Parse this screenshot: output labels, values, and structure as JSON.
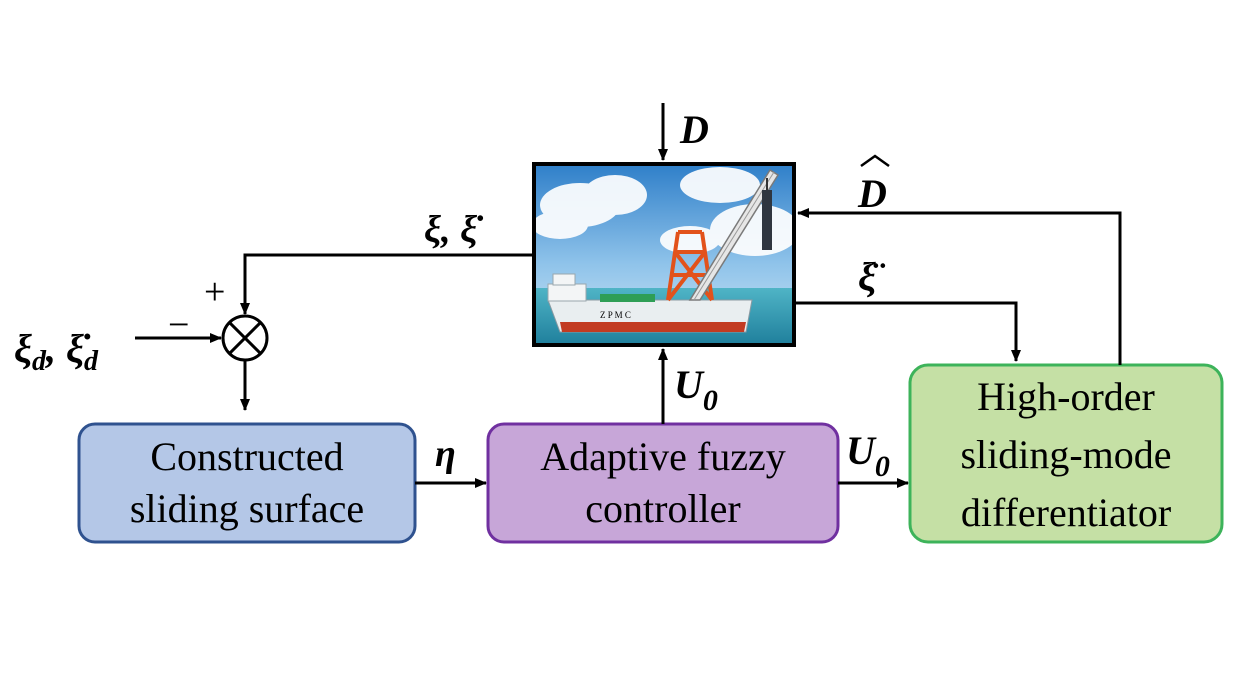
{
  "blocks": {
    "surface": {
      "line1": "Constructed",
      "line2": "sliding surface",
      "fill": "#b4c7e7",
      "stroke": "#2f528f"
    },
    "controller": {
      "line1": "Adaptive fuzzy",
      "line2": "controller",
      "fill": "#c7a6d8",
      "stroke": "#7030a0"
    },
    "differentiator": {
      "line1": "High-order",
      "line2": "sliding-mode",
      "line3": "differentiator",
      "fill": "#c5e0a5",
      "stroke": "#3db35a"
    }
  },
  "signals": {
    "disturbance": "D",
    "disturbance_estimate": "D",
    "state": "ξ, ξ̇",
    "acceleration": "ξ̈",
    "reference_base": "ξ",
    "reference_sub": "d",
    "reference_sep": ", ",
    "reference_dot_base": "ξ̇",
    "eta": "η",
    "control_base": "U",
    "control_sub": "0",
    "plus_sign": "+",
    "minus_sign": "−"
  },
  "plant_image": {
    "hull_lettering": "Z P M C"
  }
}
